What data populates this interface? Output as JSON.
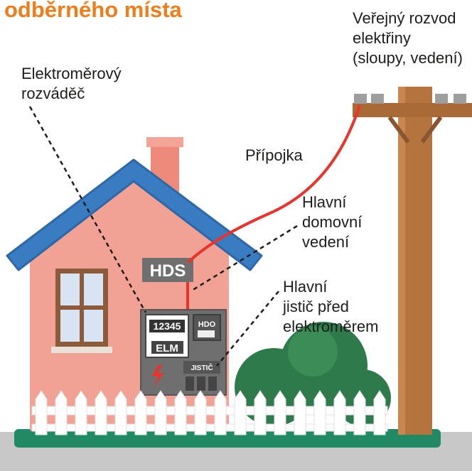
{
  "title": "odběrného místa",
  "labels": {
    "verejny_rozvod": [
      "Veřejný rozvod",
      "elektřiny",
      "(sloupy, vedení)"
    ],
    "elektromerovy": [
      "Elektroměrový",
      "rozváděč"
    ],
    "pripojka": "Přípojka",
    "hlavni_domovni": [
      "Hlavní",
      "domovní",
      "vedení"
    ],
    "hlavni_jistic": [
      "Hlavní",
      "jistič před",
      "elektroměrem"
    ]
  },
  "devices": {
    "hds": "HDS",
    "meter_reading": "12345",
    "hdo": "HDO",
    "elm": "ELM",
    "jistic": "JISTIČ"
  },
  "colors": {
    "title": "#ee7d1a",
    "wall": "#f2a294",
    "roof": "#3a7cc2",
    "cable": "#e8342c",
    "pole": "#b5733e",
    "grass": "#1f8a63",
    "bush": "#2f7a4a",
    "road": "#c8c8c8",
    "cabinet": "#6f6f6f"
  }
}
